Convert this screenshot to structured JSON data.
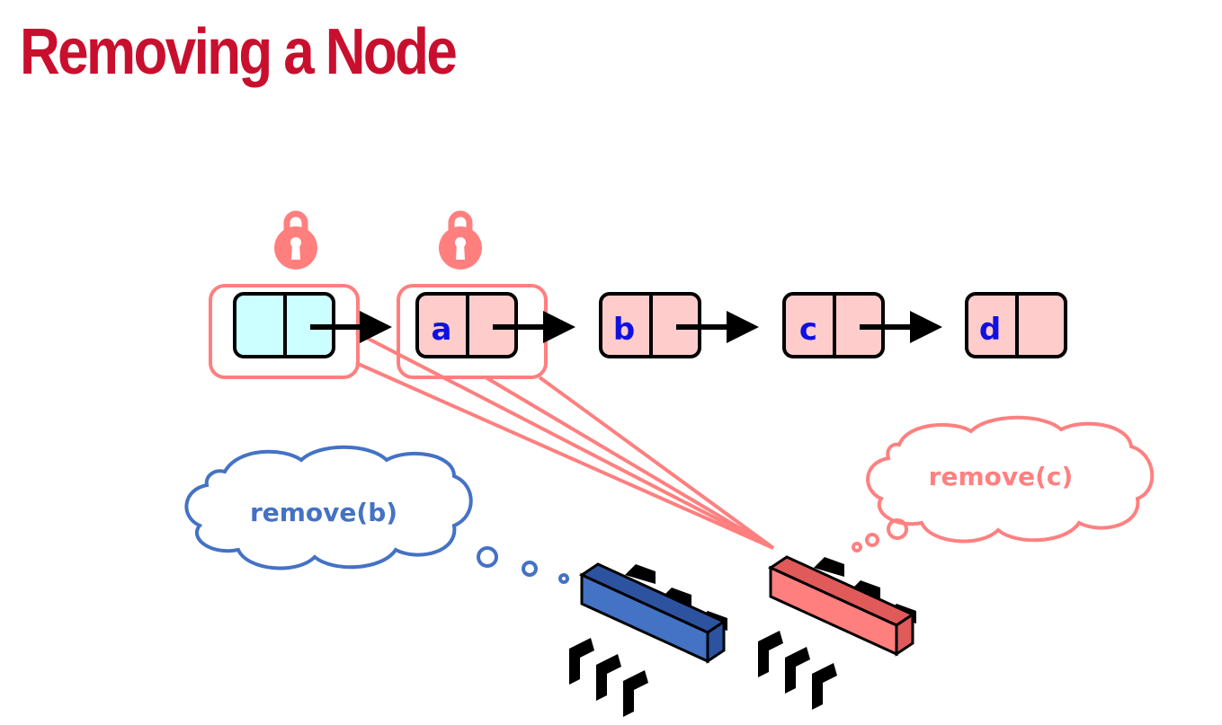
{
  "title": "Removing a Node",
  "list": {
    "nodes": [
      {
        "label": "",
        "role": "head sentinel",
        "locked": true,
        "color": "#ccffff"
      },
      {
        "label": "a",
        "locked": true,
        "color": "#ffcccc"
      },
      {
        "label": "b",
        "locked": false,
        "color": "#ffcccc"
      },
      {
        "label": "c",
        "locked": false,
        "color": "#ffcccc"
      },
      {
        "label": "d",
        "locked": false,
        "color": "#ffcccc"
      }
    ]
  },
  "threads": {
    "blue": {
      "thought": "remove(b)",
      "color": "#4472c4"
    },
    "red": {
      "thought": "remove(c)",
      "color": "#ff8080"
    }
  },
  "colors": {
    "title": "#c8102e",
    "lock": "#ff7f7f",
    "node_label": "#1010e0"
  },
  "icons": [
    "padlock-icon",
    "padlock-icon",
    "cpu-chip-icon",
    "cpu-chip-icon"
  ]
}
